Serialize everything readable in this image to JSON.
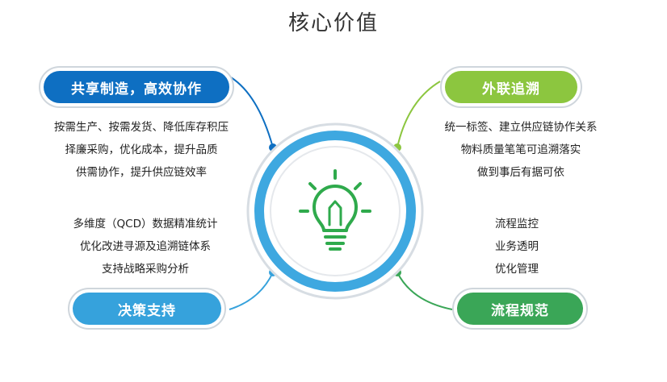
{
  "title": "核心价值",
  "colors": {
    "blue_dark": "#0e6fc2",
    "blue_light": "#36a2dc",
    "green_light": "#8cc63f",
    "green_dark": "#3aa657",
    "ring_outer": "#d7dde3",
    "ring_inner": "#3ea8e0",
    "bulb": "#2faa4c"
  },
  "icons": [
    "lightbulb-icon"
  ],
  "sections": {
    "top_left": {
      "label": "共享制造，高效协作",
      "lines": [
        "按需生产、按需发货、降低库存积压",
        "择廉采购，优化成本，提升品质",
        "供需协作，提升供应链效率"
      ]
    },
    "top_right": {
      "label": "外联追溯",
      "lines": [
        "统一标签、建立供应链协作关系",
        "物料质量笔笔可追溯落实",
        "做到事后有据可依"
      ]
    },
    "bottom_left": {
      "label": "决策支持",
      "lines": [
        "多维度（QCD）数据精准统计",
        "优化改进寻源及追溯链体系",
        "支持战略采购分析"
      ]
    },
    "bottom_right": {
      "label": "流程规范",
      "lines": [
        "流程监控",
        "业务透明",
        "优化管理"
      ]
    }
  }
}
